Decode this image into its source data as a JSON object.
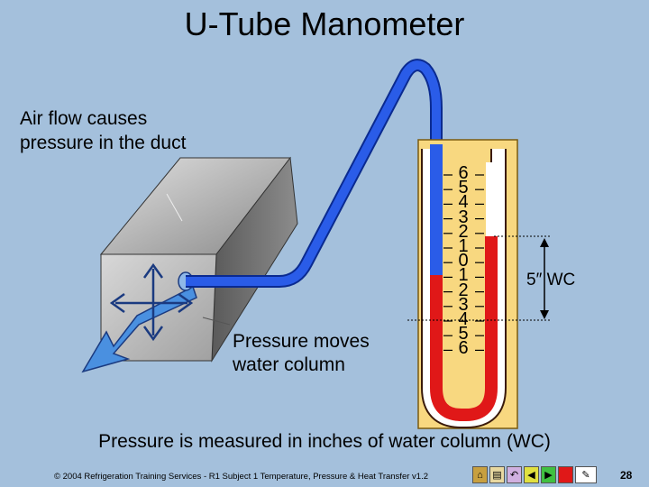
{
  "slide": {
    "title": "U-Tube Manometer",
    "air_flow_text_line1": "Air flow causes",
    "air_flow_text_line2": "pressure in the duct",
    "pressure_text_line1": "Pressure moves",
    "pressure_text_line2": "water column",
    "measure_text": "Pressure is measured in inches of water column (WC)",
    "reading": "5″ WC",
    "footer": "© 2004 Refrigeration Training Services - R1 Subject 1 Temperature, Pressure & Heat Transfer v1.2",
    "page_number": "28"
  },
  "scale": [
    "6",
    "5",
    "4",
    "3",
    "2",
    "1",
    "0",
    "1",
    "2",
    "3",
    "4",
    "5",
    "6"
  ],
  "colors": {
    "background": "#a4c0dc",
    "water": "#e01818",
    "tube_blue": "#1a4ee0",
    "board": "#f8d880",
    "arrows": "#4a90e0"
  },
  "nav_icons": [
    "home-icon",
    "page-icon",
    "u-turn-icon",
    "back-icon",
    "play-icon",
    "stop-icon",
    "cursor-icon"
  ]
}
